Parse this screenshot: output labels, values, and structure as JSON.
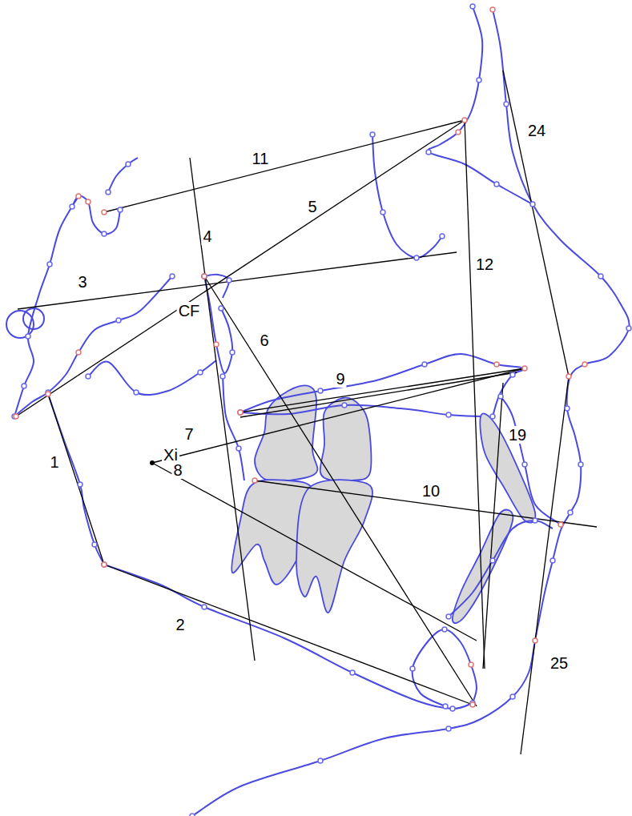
{
  "diagram": {
    "labels": [
      "11",
      "5",
      "24",
      "4",
      "12",
      "3",
      "CF",
      "6",
      "9",
      "19",
      "7",
      "Xi",
      "8",
      "1",
      "10",
      "2",
      "25"
    ]
  }
}
